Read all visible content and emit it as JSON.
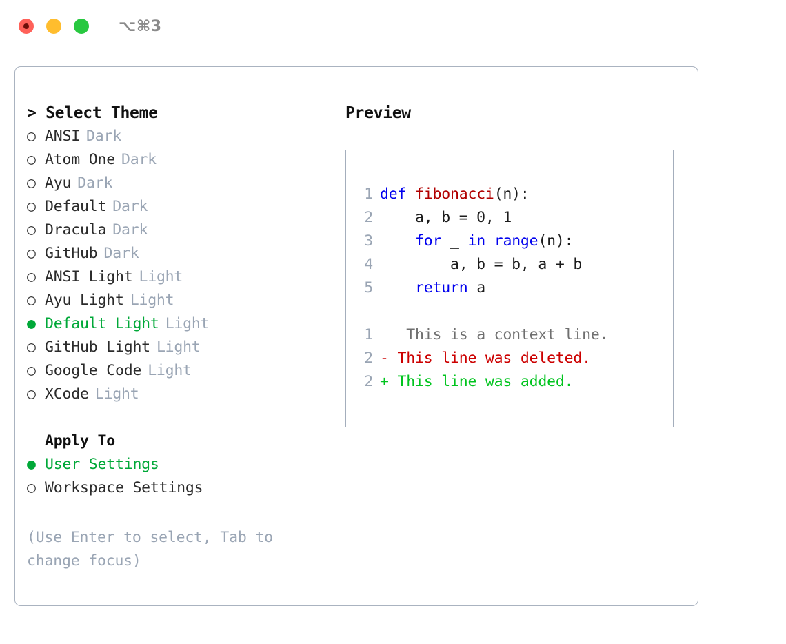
{
  "window": {
    "title": "⌥⌘3",
    "traffic_lights": [
      "close",
      "minimize",
      "maximize"
    ]
  },
  "colors": {
    "accent_green": "#00a838",
    "tag_gray": "#9aa5b4",
    "border": "#aab3c0",
    "keyword_blue": "#0000ee",
    "function_red": "#b10000",
    "diff_delete_red": "#cc0000",
    "diff_add_green": "#00c41e"
  },
  "theme_panel": {
    "title": "> Select Theme",
    "items": [
      {
        "bullet": "○",
        "label": "ANSI",
        "tag": "Dark",
        "selected": false
      },
      {
        "bullet": "○",
        "label": "Atom One",
        "tag": "Dark",
        "selected": false
      },
      {
        "bullet": "○",
        "label": "Ayu",
        "tag": "Dark",
        "selected": false
      },
      {
        "bullet": "○",
        "label": "Default",
        "tag": "Dark",
        "selected": false
      },
      {
        "bullet": "○",
        "label": "Dracula",
        "tag": "Dark",
        "selected": false
      },
      {
        "bullet": "○",
        "label": "GitHub",
        "tag": "Dark",
        "selected": false
      },
      {
        "bullet": "○",
        "label": "ANSI Light",
        "tag": "Light",
        "selected": false
      },
      {
        "bullet": "○",
        "label": "Ayu Light",
        "tag": "Light",
        "selected": false
      },
      {
        "bullet": "●",
        "label": "Default Light",
        "tag": "Light",
        "selected": true
      },
      {
        "bullet": "○",
        "label": "GitHub Light",
        "tag": "Light",
        "selected": false
      },
      {
        "bullet": "○",
        "label": "Google Code",
        "tag": "Light",
        "selected": false
      },
      {
        "bullet": "○",
        "label": "XCode",
        "tag": "Light",
        "selected": false
      }
    ]
  },
  "apply_to": {
    "title": "Apply To",
    "items": [
      {
        "bullet": "●",
        "label": "User Settings",
        "selected": true
      },
      {
        "bullet": "○",
        "label": "Workspace Settings",
        "selected": false
      }
    ]
  },
  "hint": "(Use Enter to select, Tab to change focus)",
  "preview": {
    "title": "Preview",
    "code_lines": [
      {
        "num": "1",
        "tokens": [
          {
            "t": "def ",
            "k": "kw"
          },
          {
            "t": "fibonacci",
            "k": "fn"
          },
          {
            "t": "(n):",
            "k": "plain"
          }
        ]
      },
      {
        "num": "2",
        "tokens": [
          {
            "t": "    a, b = 0, 1",
            "k": "plain"
          }
        ]
      },
      {
        "num": "3",
        "tokens": [
          {
            "t": "    ",
            "k": "plain"
          },
          {
            "t": "for",
            "k": "kw"
          },
          {
            "t": " _ ",
            "k": "plain"
          },
          {
            "t": "in",
            "k": "kw"
          },
          {
            "t": " ",
            "k": "plain"
          },
          {
            "t": "range",
            "k": "kw"
          },
          {
            "t": "(n):",
            "k": "plain"
          }
        ]
      },
      {
        "num": "4",
        "tokens": [
          {
            "t": "        a, b = b, a + b",
            "k": "plain"
          }
        ]
      },
      {
        "num": "5",
        "tokens": [
          {
            "t": "    ",
            "k": "plain"
          },
          {
            "t": "return",
            "k": "kw"
          },
          {
            "t": " a",
            "k": "plain"
          }
        ]
      }
    ],
    "diff_lines": [
      {
        "num": "1",
        "marker": " ",
        "text": "  This is a context line.",
        "kind": "ctx"
      },
      {
        "num": "2",
        "marker": "-",
        "text": " This line was deleted.",
        "kind": "del"
      },
      {
        "num": "2",
        "marker": "+",
        "text": " This line was added.",
        "kind": "add"
      }
    ]
  }
}
